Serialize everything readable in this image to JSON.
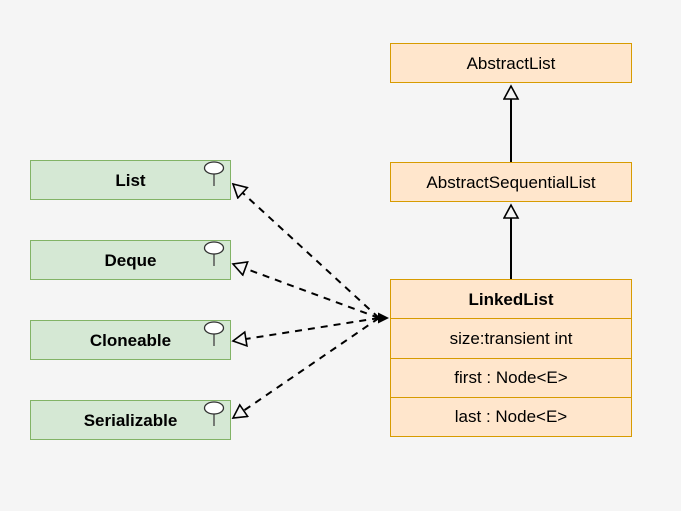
{
  "colors": {
    "canvas_bg": "#F5F5F5",
    "class_fill": "#FFE6CC",
    "class_border": "#D79B00",
    "interface_fill": "#D5E8D4",
    "interface_border": "#82B366",
    "edge": "#000000"
  },
  "nodes": {
    "classes": [
      {
        "name": "AbstractList"
      },
      {
        "name": "AbstractSequentialList"
      },
      {
        "name": "LinkedList",
        "attributes": [
          "size:transient int",
          "first : Node<E>",
          "last : Node<E>"
        ]
      }
    ],
    "interfaces": [
      {
        "name": "List"
      },
      {
        "name": "Deque"
      },
      {
        "name": "Cloneable"
      },
      {
        "name": "Serializable"
      }
    ]
  },
  "edges": {
    "generalizations": [
      {
        "from": "AbstractSequentialList",
        "to": "AbstractList"
      },
      {
        "from": "LinkedList",
        "to": "AbstractSequentialList"
      }
    ],
    "realizations": [
      {
        "from": "LinkedList",
        "to": "List"
      },
      {
        "from": "LinkedList",
        "to": "Deque"
      },
      {
        "from": "LinkedList",
        "to": "Cloneable"
      },
      {
        "from": "LinkedList",
        "to": "Serializable"
      }
    ]
  }
}
